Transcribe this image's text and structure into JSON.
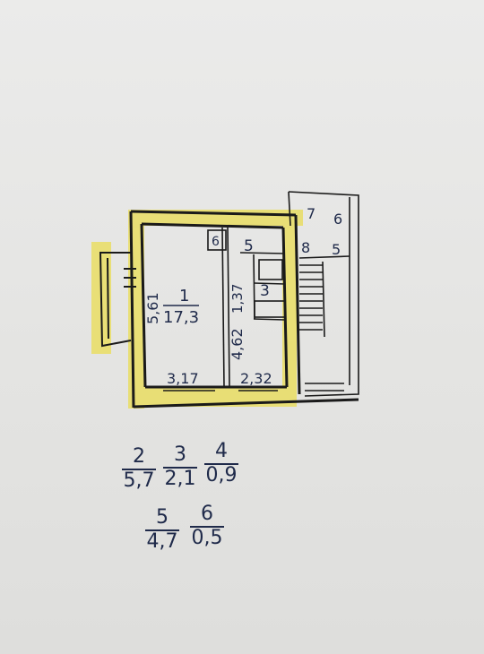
{
  "plan": {
    "room1_number": "1",
    "room1_area": "17,3",
    "room1_width": "3,17",
    "room1_length": "5,61",
    "corridor_width": "2,32",
    "corridor_length": "4,62",
    "room3_number": "3",
    "room3_length": "1,37",
    "room5_number": "5",
    "room6_number": "6",
    "stair_7": "7",
    "stair_6": "6",
    "stair_8": "8",
    "stair_5": "5"
  },
  "areas": [
    {
      "num": "2",
      "area": "5,7"
    },
    {
      "num": "3",
      "area": "2,1"
    },
    {
      "num": "4",
      "area": "0,9"
    },
    {
      "num": "5",
      "area": "4,7"
    },
    {
      "num": "6",
      "area": "0,5"
    }
  ],
  "colors": {
    "highlight": "#e9de6a",
    "ink": "#1f2a4a",
    "wall": "#1a1a1a"
  }
}
